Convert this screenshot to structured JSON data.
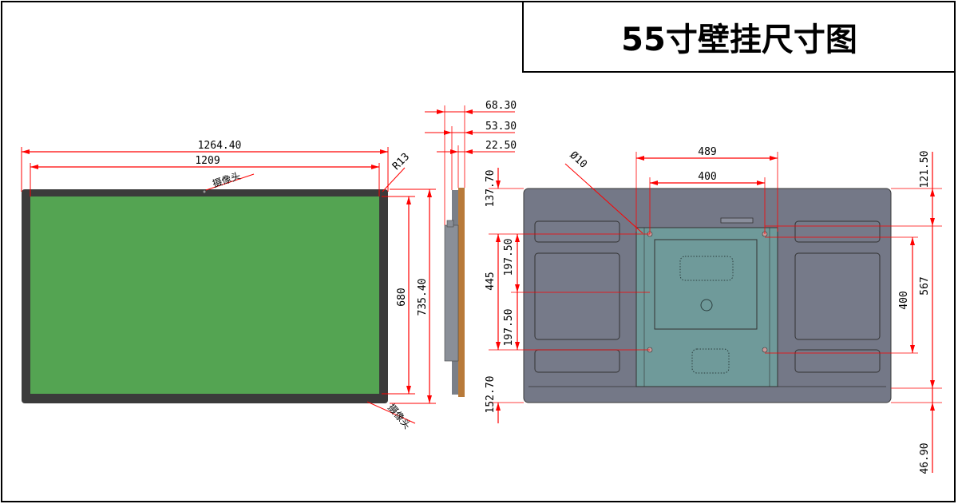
{
  "title": "55寸壁挂尺寸图",
  "colors": {
    "dimension_line": "#ff0000",
    "bezel": "#3b3b3b",
    "screen": "#54a452",
    "back_panel": "#747887",
    "mount_bracket": "#6f9a9a",
    "side_trim": "#b87a3a"
  },
  "front_view": {
    "overall_width": "1264.40",
    "screen_width": "1209",
    "screen_height": "680",
    "overall_height": "735.40",
    "corner_radius": "R13",
    "camera_label": "摄像头",
    "camera_label_bottom": "摄像头"
  },
  "side_view": {
    "depth_total": "68.30",
    "depth_mid": "53.30",
    "depth_thin": "22.50"
  },
  "back_view": {
    "hole_dia": "Ø10",
    "outer_hole_spacing": "489",
    "vesa_horizontal": "400",
    "vesa_vertical": "400",
    "right_total": "567",
    "top_offset": "137.70",
    "bottom_offset": "152.70",
    "left_total": "445",
    "left_upper": "197.50",
    "left_lower": "197.50",
    "right_top": "121.50",
    "right_bottom": "46.90"
  }
}
